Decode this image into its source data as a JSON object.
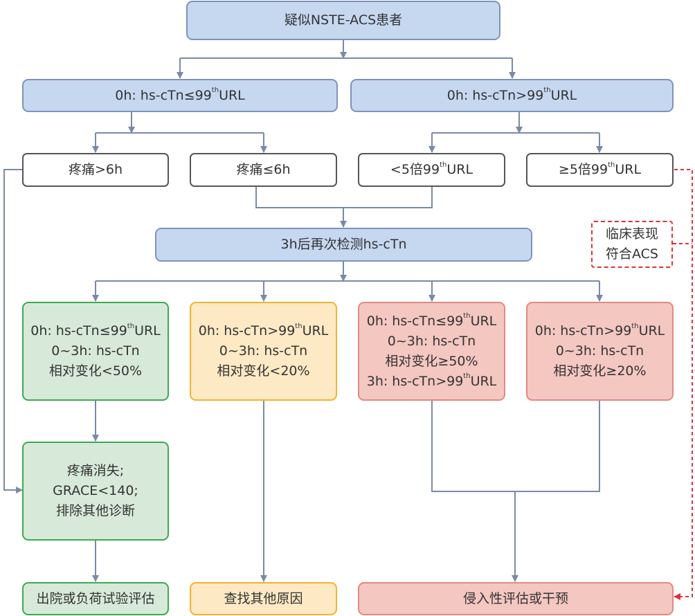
{
  "start": {
    "label": "疑似NSTE-ACS患者"
  },
  "left_0h": {
    "pre": "0h: hs-cTn≤99",
    "sup": "th",
    "post": "URL"
  },
  "right_0h": {
    "pre": "0h: hs-cTn>99",
    "sup": "th",
    "post": "URL"
  },
  "pain_gt6": {
    "label": "疼痛>6h"
  },
  "pain_le6": {
    "label": "疼痛≤6h"
  },
  "lt5x": {
    "pre": "<5倍99",
    "sup": "th",
    "post": "URL"
  },
  "ge5x": {
    "pre": "≥5倍99",
    "sup": "th",
    "post": "URL"
  },
  "retest": {
    "label": "3h后再次检测hs-cTn"
  },
  "clinical_note": {
    "line1": "临床表现",
    "line2": "符合ACS"
  },
  "green_box": {
    "l1_pre": "0h: hs-cTn≤99",
    "l1_sup": "th",
    "l1_post": "URL",
    "l2": "0~3h: hs-cTn",
    "l3": "相对变化<50%"
  },
  "yellow_box": {
    "l1_pre": "0h: hs-cTn>99",
    "l1_sup": "th",
    "l1_post": "URL",
    "l2": "0~3h: hs-cTn",
    "l3": "相对变化<20%"
  },
  "red_box1": {
    "l1_pre": "0h: hs-cTn≤99",
    "l1_sup": "th",
    "l1_post": "URL",
    "l2": "0~3h: hs-cTn",
    "l3": "相对变化≥50%",
    "l4_pre": "3h: hs-cTn>99",
    "l4_sup": "th",
    "l4_post": "URL"
  },
  "red_box2": {
    "l1_pre": "0h: hs-cTn>99",
    "l1_sup": "th",
    "l1_post": "URL",
    "l2": "0~3h: hs-cTn",
    "l3": "相对变化≥20%"
  },
  "pain_resolved": {
    "l1": "疼痛消失;",
    "l2": "GRACE<140;",
    "l3": "排除其他诊断"
  },
  "discharge": {
    "label": "出院或负荷试验评估"
  },
  "find_cause": {
    "label": "查找其他原因"
  },
  "invasive": {
    "label": "侵入性评估或干预"
  },
  "colors": {
    "line": "#7a8aa6",
    "blue": "#c6d8f0",
    "green": "#d7ead9",
    "yellow": "#fde9c4",
    "red": "#f4c7c1",
    "dashed": "#e0303a"
  }
}
